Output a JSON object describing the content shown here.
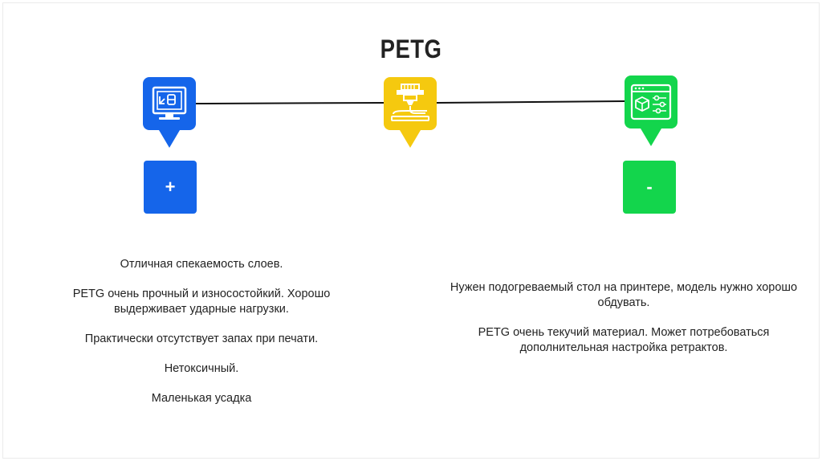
{
  "title": "PETG",
  "markers": [
    {
      "name": "monitor-code",
      "color": "#1565ea",
      "icon": "monitor-icon"
    },
    {
      "name": "printer-nozzle",
      "color": "#f5c90f",
      "icon": "3d-printer-nozzle-icon"
    },
    {
      "name": "browser-settings",
      "color": "#13d54c",
      "icon": "browser-cube-settings-icon"
    }
  ],
  "pros": {
    "sign": "+",
    "items": [
      "Отличная спекаемость слоев.",
      "PETG очень прочный и износостойкий. Хорошо выдерживает ударные нагрузки.",
      "Практически отсутствует запах при печати.",
      "Нетоксичный.",
      "Маленькая усадка"
    ]
  },
  "cons": {
    "sign": "-",
    "items": [
      "Нужен подогреваемый стол на принтере, модель нужно хорошо обдувать.",
      "PETG очень текучий материал. Может потребоваться дополнительная настройка ретрактов."
    ]
  }
}
